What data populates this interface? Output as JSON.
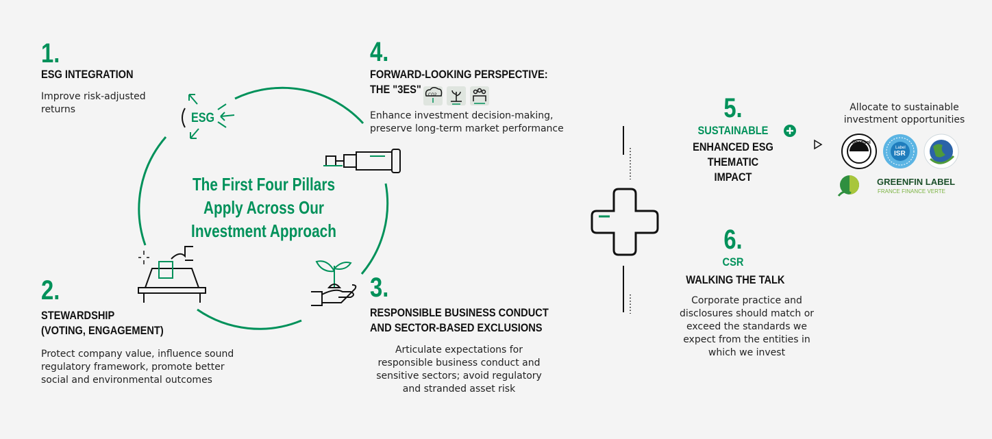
{
  "pillars": [
    {
      "number": "1.",
      "heading": "ESG INTEGRATION",
      "text": [
        "Improve risk-adjusted",
        "returns"
      ],
      "icon": "esg-arrows-icon",
      "icon_text": "ESG"
    },
    {
      "number": "2.",
      "heading": [
        "STEWARDSHIP",
        "(VOTING, ENGAGEMENT)"
      ],
      "text": [
        "Protect company value, influence sound",
        "regulatory framework, promote better",
        "social and environmental outcomes"
      ],
      "icon": "ballot-box-icon"
    },
    {
      "number": "3.",
      "heading": [
        "RESPONSIBLE BUSINESS CONDUCT",
        "AND SECTOR-BASED EXCLUSIONS"
      ],
      "text": [
        "Articulate expectations for",
        "responsible business conduct and",
        "sensitive sectors; avoid regulatory",
        "and stranded asset risk"
      ],
      "icon": "plant-in-hand-icon"
    },
    {
      "number": "4.",
      "heading": [
        "FORWARD-LOOKING PERSPECTIVE:",
        "THE \"3ES\""
      ],
      "text": [
        "Enhance investment decision-making,",
        "preserve long-term market performance"
      ],
      "icon": "telescope-icon",
      "co2_label": "CO2"
    }
  ],
  "center_title": [
    "The First Four Pillars",
    "Apply Across Our",
    "Investment Approach"
  ],
  "pillar5": {
    "number": "5.",
    "heading": "SUSTAINABLE",
    "lines": [
      "ENHANCED ESG",
      "THEMATIC",
      "IMPACT"
    ]
  },
  "pillar6": {
    "number": "6.",
    "heading": "CSR",
    "subheading": "WALKING THE TALK",
    "text": [
      "Corporate practice and",
      "disclosures should match or",
      "exceed the standards we",
      "expect from the entities in",
      "which we invest"
    ]
  },
  "allocate": {
    "text": [
      "Allocate to sustainable",
      "investment opportunities"
    ],
    "arrow": "triangle-right-icon"
  },
  "labels": {
    "finansol": "finansol",
    "isr_top": "Label",
    "isr": "ISR",
    "isr_ring": "INVESTISSEMENT • SOCIALEMENT • RESPONSABLE •",
    "greenfin": "GREENFIN LABEL",
    "greenfin_sub": "FRANCE FINANCE VERTE"
  },
  "colors": {
    "accent": "#00915a",
    "background": "#f4f4f4",
    "text": "#1a1a1a"
  }
}
